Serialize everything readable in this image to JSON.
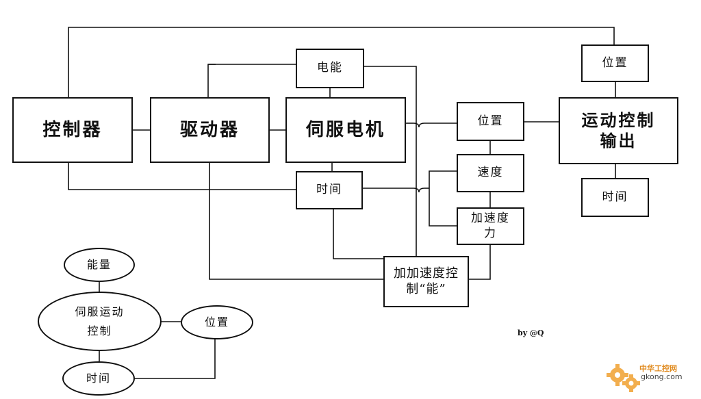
{
  "diagram": {
    "blocks": {
      "controller": "控制器",
      "driver": "驱动器",
      "servo_motor": "伺服电机",
      "electric_energy": "电能",
      "time_motor": "时间",
      "position_mid": "位置",
      "speed": "速度",
      "acceleration_force": "加速度力",
      "jerk_control": "加加速度控制“能”",
      "position_top": "位置",
      "motion_output": "运动控制输出",
      "time_right": "时间"
    },
    "ellipses": {
      "energy": "能量",
      "servo_motion": "伺服运动控制",
      "position": "位置",
      "time": "时间"
    }
  },
  "credit": "by @Q",
  "watermark": {
    "brand": "中华工控网",
    "url": "gkong.com"
  },
  "colors": {
    "line": "#111111",
    "watermark_gear": "#f0a030"
  }
}
